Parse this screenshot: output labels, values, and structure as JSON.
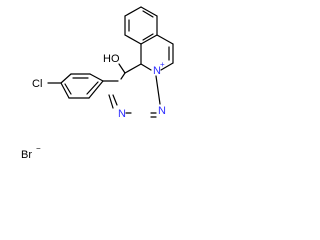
{
  "molecule": {
    "atoms": {
      "chlorine": "Cl",
      "hydroxyl": "HO",
      "nitrogen_plus": "N",
      "nitrogen_plus_charge": "+",
      "nitrogen_3": "N",
      "nitrogen_4": "N",
      "bromide": "Br",
      "bromide_charge": "−"
    }
  },
  "colors": {
    "bond": "#000000",
    "nitrogen": "#2f2fff",
    "background": "#ffffff"
  }
}
